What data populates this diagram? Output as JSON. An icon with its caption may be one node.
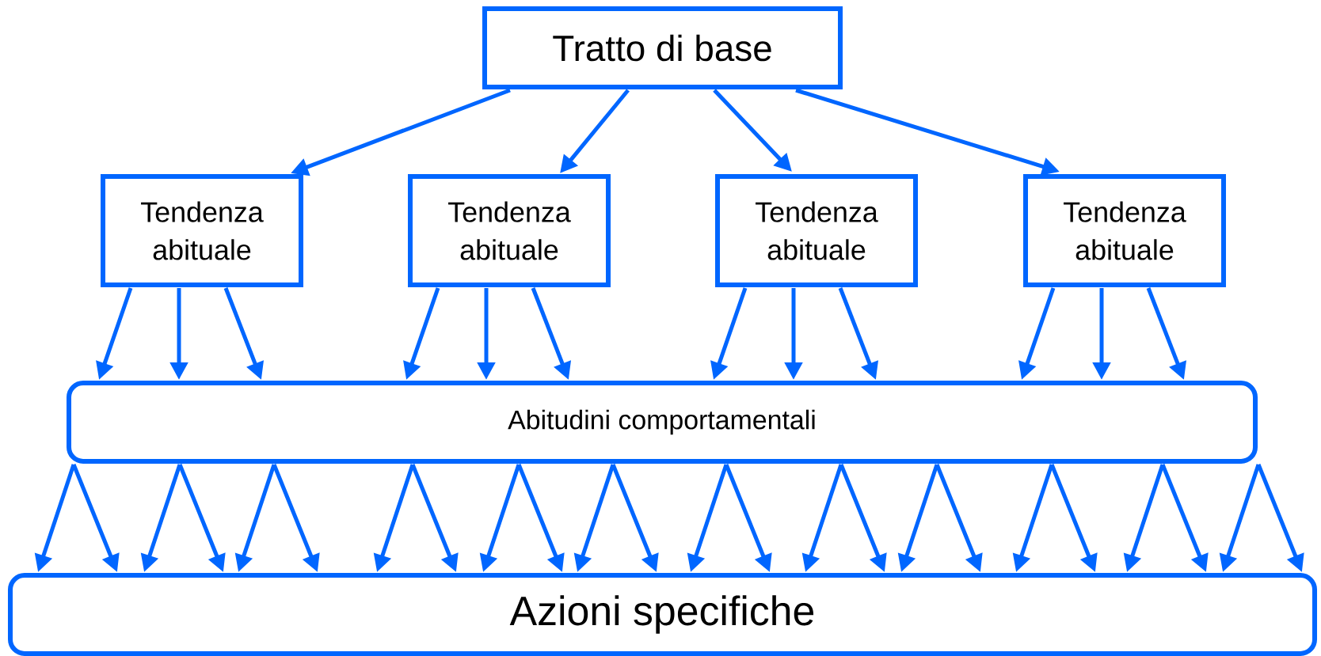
{
  "diagram": {
    "nodes": [
      {
        "text": [
          "Tratto di base"
        ]
      },
      {
        "text": [
          "Tendenza abituale"
        ]
      },
      {
        "text": [
          "Tendenza abituale"
        ]
      },
      {
        "text": [
          "Tendenza abituale"
        ]
      },
      {
        "text": [
          "Tendenza abituale"
        ]
      },
      {
        "text": [
          "Abitudini comportamentali"
        ]
      },
      {
        "text": [
          "Azioni specifiche"
        ]
      }
    ],
    "edges": [
      {
        "from": 0,
        "to": 1,
        "arrow": "to"
      },
      {
        "from": 0,
        "to": 2,
        "arrow": "to"
      },
      {
        "from": 0,
        "to": 3,
        "arrow": "to"
      },
      {
        "from": 0,
        "to": 4,
        "arrow": "to"
      },
      {
        "from": 1,
        "to": 5,
        "arrow": "to"
      },
      {
        "from": 1,
        "to": 5,
        "arrow": "to"
      },
      {
        "from": 1,
        "to": 5,
        "arrow": "to"
      },
      {
        "from": 2,
        "to": 5,
        "arrow": "to"
      },
      {
        "from": 2,
        "to": 5,
        "arrow": "to"
      },
      {
        "from": 2,
        "to": 5,
        "arrow": "to"
      },
      {
        "from": 3,
        "to": 5,
        "arrow": "to"
      },
      {
        "from": 3,
        "to": 5,
        "arrow": "to"
      },
      {
        "from": 3,
        "to": 5,
        "arrow": "to"
      },
      {
        "from": 4,
        "to": 5,
        "arrow": "to"
      },
      {
        "from": 4,
        "to": 5,
        "arrow": "to"
      },
      {
        "from": 4,
        "to": 5,
        "arrow": "to"
      },
      {
        "from": 5,
        "to": 6,
        "arrow": "to"
      },
      {
        "from": 5,
        "to": 6,
        "arrow": "to"
      },
      {
        "from": 5,
        "to": 6,
        "arrow": "to"
      },
      {
        "from": 5,
        "to": 6,
        "arrow": "to"
      },
      {
        "from": 5,
        "to": 6,
        "arrow": "to"
      },
      {
        "from": 5,
        "to": 6,
        "arrow": "to"
      },
      {
        "from": 5,
        "to": 6,
        "arrow": "to"
      },
      {
        "from": 5,
        "to": 6,
        "arrow": "to"
      },
      {
        "from": 5,
        "to": 6,
        "arrow": "to"
      },
      {
        "from": 5,
        "to": 6,
        "arrow": "to"
      },
      {
        "from": 5,
        "to": 6,
        "arrow": "to"
      },
      {
        "from": 5,
        "to": 6,
        "arrow": "to"
      },
      {
        "from": 5,
        "to": 6,
        "arrow": "to"
      },
      {
        "from": 5,
        "to": 6,
        "arrow": "to"
      },
      {
        "from": 5,
        "to": 6,
        "arrow": "to"
      },
      {
        "from": 5,
        "to": 6,
        "arrow": "to"
      },
      {
        "from": 5,
        "to": 6,
        "arrow": "to"
      },
      {
        "from": 5,
        "to": 6,
        "arrow": "to"
      },
      {
        "from": 5,
        "to": 6,
        "arrow": "to"
      },
      {
        "from": 5,
        "to": 6,
        "arrow": "to"
      },
      {
        "from": 5,
        "to": 6,
        "arrow": "to"
      },
      {
        "from": 5,
        "to": 6,
        "arrow": "to"
      },
      {
        "from": 5,
        "to": 6,
        "arrow": "to"
      },
      {
        "from": 5,
        "to": 6,
        "arrow": "to"
      }
    ]
  }
}
